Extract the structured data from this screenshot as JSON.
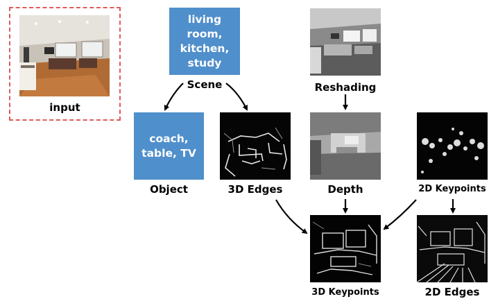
{
  "input": {
    "label": "input"
  },
  "scene": {
    "box_text": "living\nroom,\nkitchen,\nstudy",
    "label": "Scene"
  },
  "object": {
    "box_text": "coach,\ntable, TV",
    "label": "Object"
  },
  "reshading": {
    "label": "Reshading"
  },
  "depth": {
    "label": "Depth"
  },
  "edges3d": {
    "label": "3D Edges"
  },
  "keypoints2d": {
    "label": "2D Keypoints"
  },
  "keypoints3d": {
    "label": "3D Keypoints"
  },
  "edges2d": {
    "label": "2D Edges"
  },
  "colors": {
    "box_blue": "#4f8fcb",
    "dashed_border": "#e05a5a",
    "arrow": "#000000"
  }
}
